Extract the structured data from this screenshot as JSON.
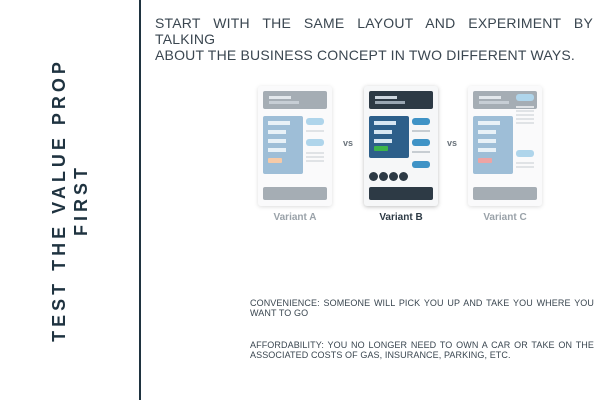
{
  "sidebar": {
    "title_line1": "TEST THE VALUE PROP",
    "title_line2": "FIRST"
  },
  "heading": {
    "line1": "START WITH THE SAME LAYOUT AND EXPERIMENT BY TALKING",
    "line2": "ABOUT THE BUSINESS CONCEPT IN TWO DIFFERENT WAYS."
  },
  "variants": {
    "items": [
      {
        "label": "Variant A",
        "highlighted": false,
        "button_color": "#f0a060"
      },
      {
        "label": "Variant B",
        "highlighted": true,
        "button_color": "#3cb44b"
      },
      {
        "label": "Variant C",
        "highlighted": false,
        "button_color": "#e05a5a"
      }
    ],
    "separator": "vs"
  },
  "points": [
    "CONVENIENCE: SOMEONE WILL PICK YOU UP AND TAKE YOU WHERE YOU WANT TO GO",
    "AFFORDABILITY: YOU NO LONGER NEED TO OWN A CAR OR TAKE ON THE ASSOCIATED COSTS OF GAS, INSURANCE, PARKING, ETC."
  ],
  "colors": {
    "accent": "#1f3340",
    "panel_blue": "#4f89b8",
    "pill_blue": "#6fb3dc"
  }
}
